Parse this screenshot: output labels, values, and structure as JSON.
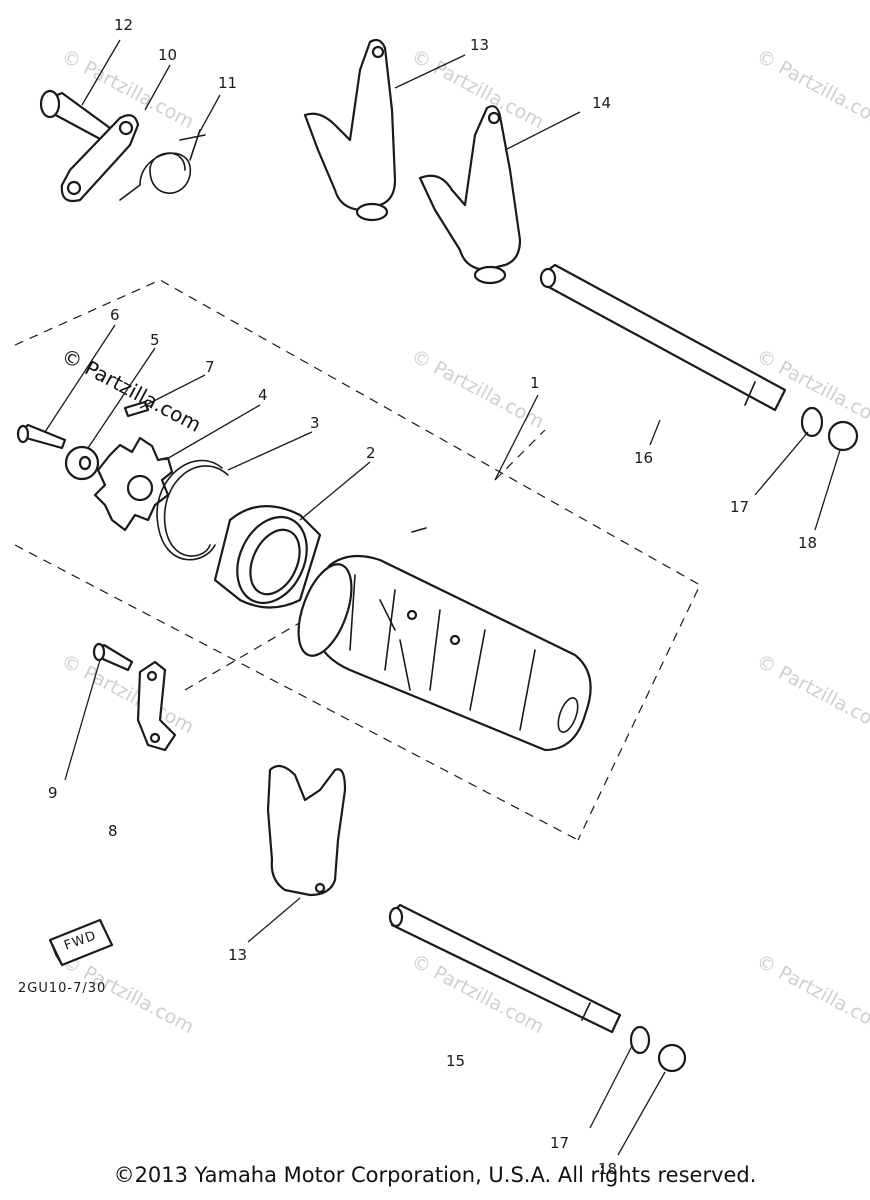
{
  "diagram": {
    "callouts": [
      {
        "label": "1"
      },
      {
        "label": "2"
      },
      {
        "label": "3"
      },
      {
        "label": "4"
      },
      {
        "label": "5"
      },
      {
        "label": "6"
      },
      {
        "label": "7"
      },
      {
        "label": "8"
      },
      {
        "label": "9"
      },
      {
        "label": "10"
      },
      {
        "label": "11"
      },
      {
        "label": "12"
      },
      {
        "label": "13"
      },
      {
        "label": "13"
      },
      {
        "label": "14"
      },
      {
        "label": "15"
      },
      {
        "label": "16"
      },
      {
        "label": "17"
      },
      {
        "label": "17"
      },
      {
        "label": "18"
      },
      {
        "label": "18"
      }
    ],
    "fwd_label": "FWD",
    "drawing_code": "2GU10-7/30"
  },
  "watermark": {
    "text": "© Partzilla.com"
  },
  "footer": {
    "copyright": "©2013 Yamaha Motor Corporation, U.S.A. All rights reserved."
  }
}
